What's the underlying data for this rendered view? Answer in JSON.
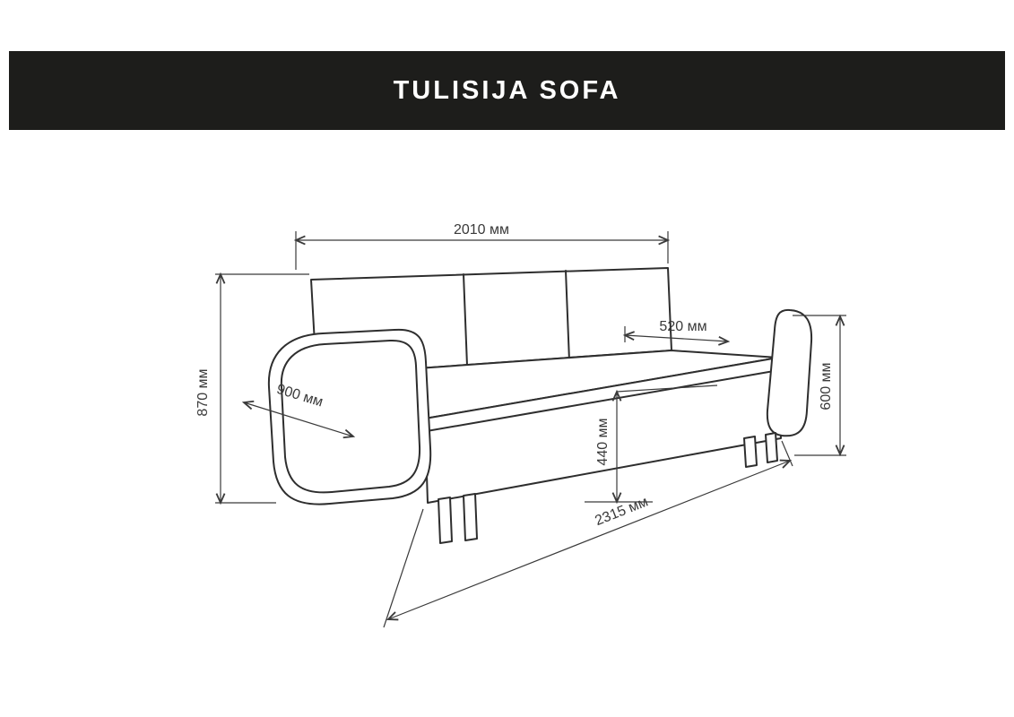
{
  "header": {
    "title": "TULISIJA SOFA"
  },
  "diagram": {
    "subject": "sofa-dimension-drawing",
    "labels": {
      "top_width": "2010 мм",
      "left_height": "870 мм",
      "arm_depth": "900 мм",
      "cushion_width": "520 мм",
      "seat_height": "440 мм",
      "right_arm_height": "600 мм",
      "overall_length": "2315 мм"
    }
  },
  "colors": {
    "header_bg": "#1d1d1b",
    "header_text": "#ffffff",
    "line": "#2e2e2e",
    "dim_line": "#3a3a3a",
    "background": "#ffffff"
  }
}
